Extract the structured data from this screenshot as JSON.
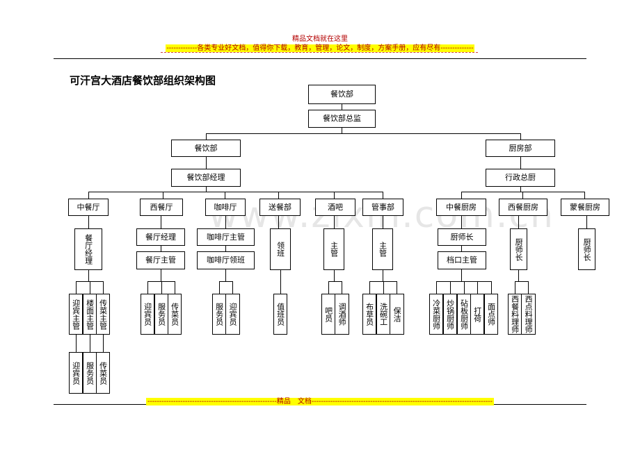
{
  "header": {
    "line1": "精品文档就在这里",
    "line2": "-------------各类专业好文档，值得你下载，教育，管理，论文，制度，方案手册，应有尽有--------------"
  },
  "title": "可汗宫大酒店餐饮部组织架构图",
  "watermark": "www.zixin.com.cn",
  "footer": "-------------------------------------------------------精品　文档-----------------------------------------------------------------------------",
  "chart": {
    "top": "餐饮部",
    "director": "餐饮部总监",
    "left_dept": "餐饮部",
    "left_manager": "餐饮部经理",
    "right_dept": "厨房部",
    "right_manager": "行政总厨",
    "zhongcanting": {
      "name": "中餐厅",
      "manager": "餐厅经理",
      "supervisors": [
        "迎宾主管",
        "楼面主管",
        "传菜主管"
      ],
      "staff": [
        "迎宾员",
        "服务员",
        "传菜员"
      ]
    },
    "xicanting": {
      "name": "西餐厅",
      "manager": "餐厅经理",
      "supervisor": "餐厅主管",
      "staff": [
        "迎宾员",
        "服务员",
        "传菜员"
      ]
    },
    "kafeiting": {
      "name": "咖啡厅",
      "supervisor": "咖啡厅主管",
      "leader": "咖啡厅领班",
      "staff": [
        "服务员",
        "迎宾员"
      ]
    },
    "songcanbu": {
      "name": "送餐部",
      "leader": "领班",
      "staff": [
        "值班员"
      ]
    },
    "jiuba": {
      "name": "酒吧",
      "supervisor": "主管",
      "staff": [
        "吧员",
        "调酒师"
      ]
    },
    "guanshibu": {
      "name": "管事部",
      "supervisor": "主管",
      "staff": [
        "布草员",
        "洗碗工",
        "保洁"
      ]
    },
    "zhongcanchufang": {
      "name": "中餐厨房",
      "chef": "厨师长",
      "supervisor": "档口主管",
      "staff": [
        "冷菜厨师",
        "炒锅厨师",
        "砧板厨师",
        "打荷",
        "面点师"
      ]
    },
    "xicanchufang": {
      "name": "西餐厨房",
      "chef": "厨师长",
      "staff": [
        "西餐料理师",
        "西点料理师"
      ]
    },
    "mengcanchufang": {
      "name": "蒙餐厨房",
      "chef": "厨师长"
    }
  }
}
